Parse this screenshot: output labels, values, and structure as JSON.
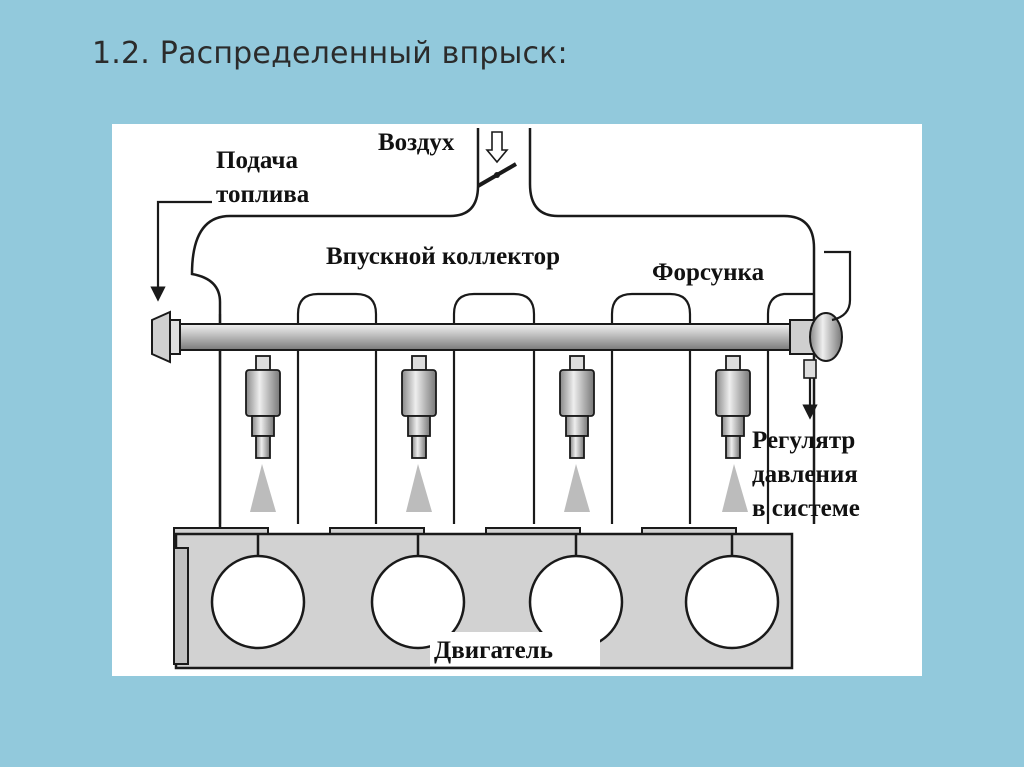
{
  "slide": {
    "title": "1.2. Распределенный впрыск:"
  },
  "diagram": {
    "labels": {
      "air": "Воздух",
      "fuel_supply_line1": "Подача",
      "fuel_supply_line2": "топлива",
      "intake_manifold": "Впускной коллектор",
      "injector": "Форсунка",
      "regulator_line1": "Регулятр",
      "regulator_line2": "давления",
      "regulator_line3": "в системе",
      "engine": "Двигатель"
    },
    "colors": {
      "background": "#92c9dc",
      "stroke": "#1a1a1a",
      "engine_fill": "#d2d2d2",
      "rail_fill": "#c8c8c8",
      "spray": "#b0b0b0"
    }
  }
}
